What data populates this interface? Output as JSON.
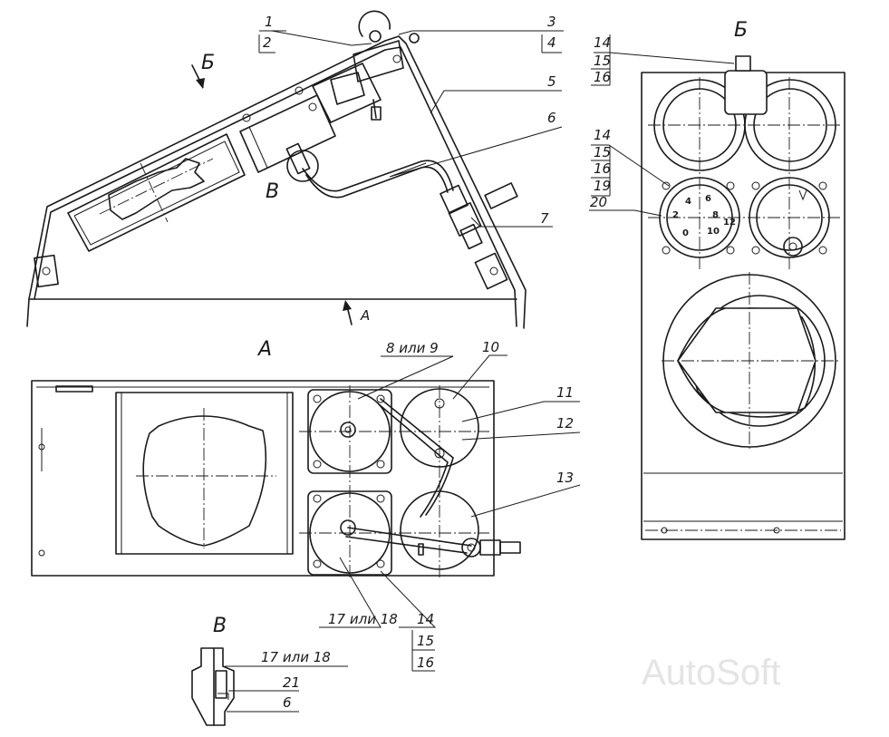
{
  "view_labels": {
    "view_b": "Б",
    "view_a": "А",
    "view_v": "В",
    "arrow_b": "Б",
    "arrow_a": "А",
    "callout_v": "В"
  },
  "callouts": {
    "c1": "1",
    "c2": "2",
    "c3": "3",
    "c4": "4",
    "c5": "5",
    "c6": "6",
    "c7": "7",
    "c8": "8 или 9",
    "c10": "10",
    "c11": "11",
    "c12": "12",
    "c13": "13",
    "c14": "14",
    "c15": "15",
    "c16": "16",
    "c17": "17 или 18",
    "b14a": "14",
    "b15a": "15",
    "b16a": "16",
    "b14b": "14",
    "b15b": "15",
    "b16b": "16",
    "b19": "19",
    "b20": "20",
    "v17": "17 или 18",
    "v21": "21",
    "v6": "6"
  },
  "dial_numbers": [
    "4",
    "6",
    "8",
    "2",
    "10",
    "0",
    "12"
  ],
  "watermark": "AutoSoft"
}
